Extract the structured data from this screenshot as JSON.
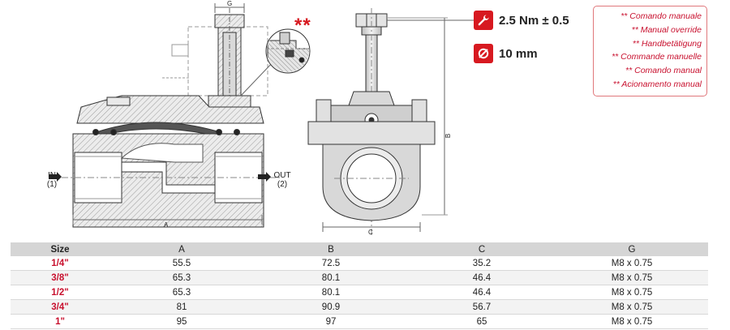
{
  "drawing": {
    "asterisks": "**",
    "ports": {
      "inlet": {
        "label": "IN",
        "number": "(1)"
      },
      "outlet": {
        "label": "OUT",
        "number": "(2)"
      }
    },
    "dimension_labels": {
      "a": "A",
      "b": "B",
      "c": "C",
      "g": "G"
    }
  },
  "specs": [
    {
      "icon": "wrench-icon",
      "text": "2.5 Nm ± 0.5"
    },
    {
      "icon": "diameter-icon",
      "text": "10 mm"
    }
  ],
  "manual_override": [
    "** Comando manuale",
    "** Manual override",
    "** Handbetätigung",
    "** Commande manuelle",
    "** Comando manual",
    "** Acionamento manual"
  ],
  "colors": {
    "accent": "#d71920",
    "header_bg": "#d5d5d5",
    "row_alt": "#f3f3f3"
  },
  "table": {
    "headers": [
      "Size",
      "A",
      "B",
      "C",
      "G"
    ],
    "rows": [
      [
        "1/4\"",
        "55.5",
        "72.5",
        "35.2",
        "M8 x 0.75"
      ],
      [
        "3/8\"",
        "65.3",
        "80.1",
        "46.4",
        "M8 x 0.75"
      ],
      [
        "1/2\"",
        "65.3",
        "80.1",
        "46.4",
        "M8 x 0.75"
      ],
      [
        "3/4\"",
        "81",
        "90.9",
        "56.7",
        "M8 x 0.75"
      ],
      [
        "1\"",
        "95",
        "97",
        "65",
        "M8 x 0.75"
      ]
    ]
  }
}
